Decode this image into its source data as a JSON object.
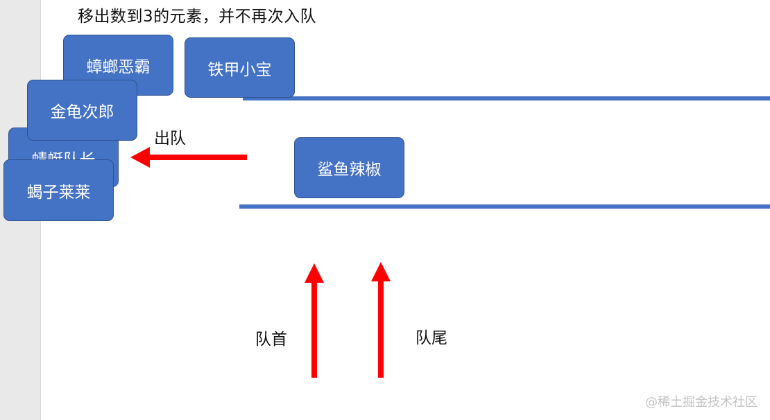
{
  "caption": "移出数到3的元素，并不再次入队",
  "nodes": {
    "cockroach": "蟑螂恶霸",
    "iron_armor": "铁甲小宝",
    "golden_turtle": "金龟次郎",
    "dragonfly": "蜻蜓队长",
    "scorpion": "蝎子莱莱",
    "shark": "鲨鱼辣椒"
  },
  "labels": {
    "dequeue": "出队",
    "queue_head": "队首",
    "queue_tail": "队尾"
  },
  "watermark": "@稀土掘金技术社区",
  "colors": {
    "node_fill": "#4472c4",
    "node_border": "#2f528f",
    "queue_line": "#4472c4",
    "arrow": "#ff0000"
  }
}
